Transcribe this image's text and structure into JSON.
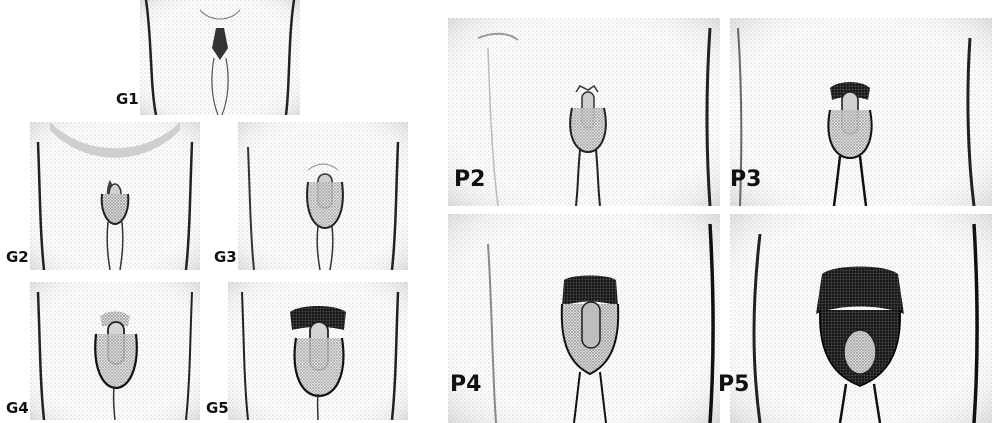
{
  "left_panel": {
    "stages": [
      {
        "label": "G1"
      },
      {
        "label": "G2"
      },
      {
        "label": "G3"
      },
      {
        "label": "G4"
      },
      {
        "label": "G5"
      }
    ]
  },
  "right_panel": {
    "stages": [
      {
        "label": "P2"
      },
      {
        "label": "P3"
      },
      {
        "label": "P4"
      },
      {
        "label": "P5"
      }
    ]
  },
  "colors": {
    "ink": "#111111",
    "skin_shade": "#c9c9c9",
    "background": "#ffffff"
  }
}
